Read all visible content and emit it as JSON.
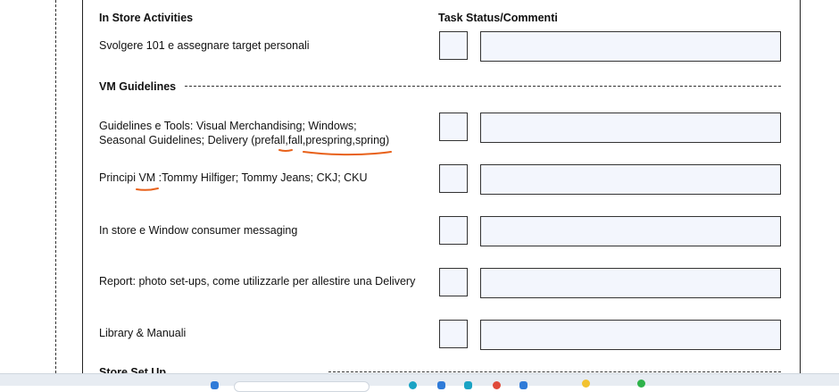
{
  "headers": {
    "in_store": "In Store Activities",
    "task_status": "Task Status/Commenti"
  },
  "rows": {
    "svolgere": "Svolgere 101 e assegnare target personali",
    "guidelines_line1": "Guidelines e Tools: Visual Merchandising; Windows;",
    "guidelines_line2": "Seasonal Guidelines; Delivery (prefall,fall,prespring,spring)",
    "principi": "Principi VM :Tommy Hilfiger; Tommy Jeans; CKJ; CKU",
    "instore": "In store e Window consumer messaging",
    "report": "Report: photo set-ups, come utilizzarle per allestire una Delivery",
    "library": "Library & Manuali"
  },
  "sections": {
    "vm": "VM Guidelines",
    "store_setup": "Store Set Up"
  },
  "annotation_color": "#e8611a",
  "taskbar_colors": {
    "bg": "#e7ecf2",
    "blue": "#2f7bd8",
    "teal": "#1aa3c4",
    "red": "#e04a3a",
    "yellow": "#f2c230",
    "green": "#2eb24a"
  }
}
